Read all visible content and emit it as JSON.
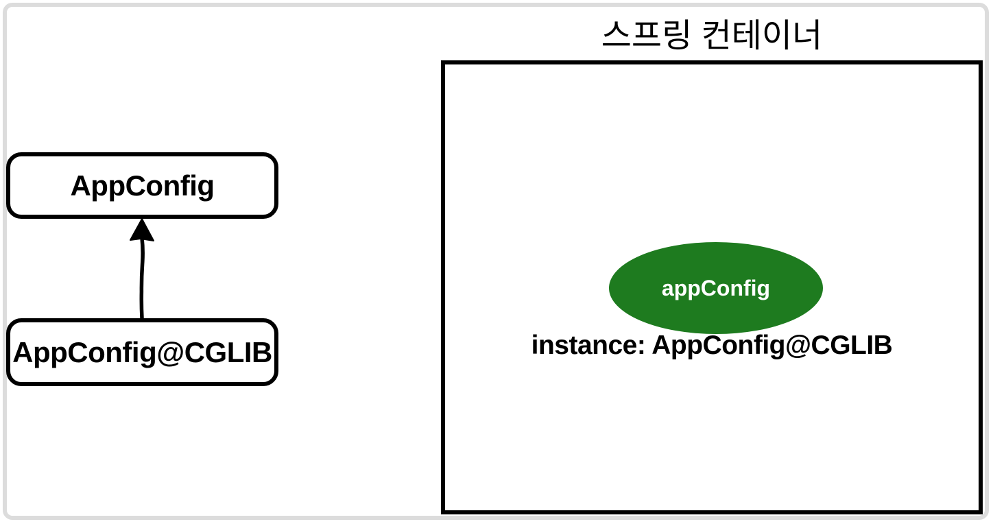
{
  "page": {
    "background": "#ffffff",
    "frame_border_color": "#dcdcdc"
  },
  "left_diagram": {
    "parent_class": {
      "label": "AppConfig"
    },
    "child_class": {
      "label": "AppConfig@CGLIB"
    },
    "arrow": {
      "type": "inheritance",
      "direction": "up",
      "from": "AppConfig@CGLIB",
      "to": "AppConfig",
      "color": "#000000"
    }
  },
  "spring_container": {
    "title": "스프링 컨테이너",
    "border_color": "#000000",
    "bean": {
      "label": "appConfig",
      "fill_color": "#1e7b1f",
      "text_color": "#ffffff"
    },
    "instance_label": "instance: AppConfig@CGLIB"
  }
}
